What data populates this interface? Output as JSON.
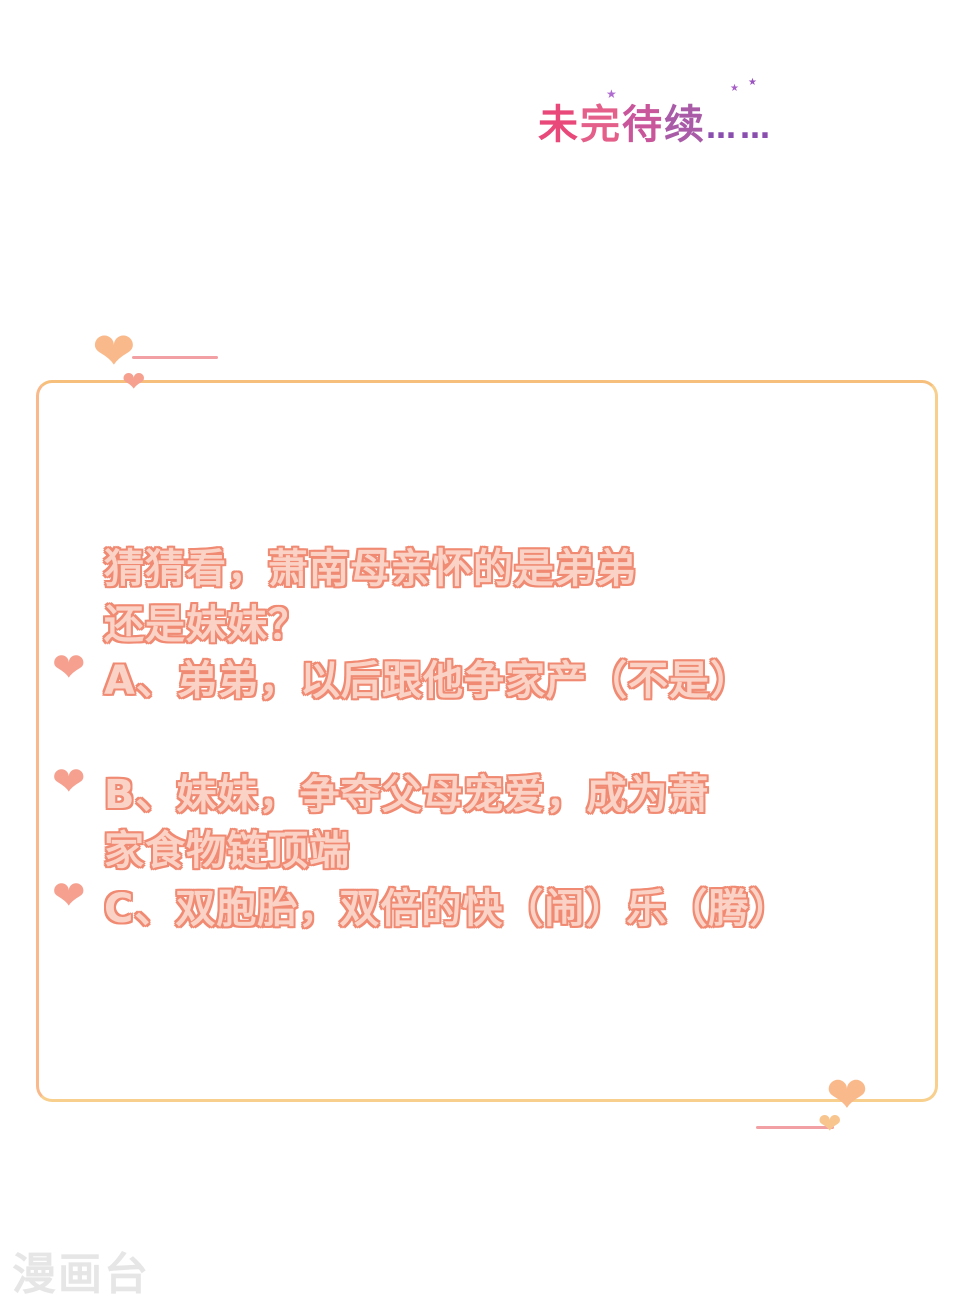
{
  "header": {
    "to_be_continued": [
      "未",
      "完",
      "待",
      "续"
    ],
    "ellipsis": "……"
  },
  "quiz": {
    "question_line1": "猜猜看，萧南母亲怀的是弟弟",
    "question_line2": "还是妹妹？",
    "option_a": "A、弟弟，以后跟他争家产（不是）",
    "option_b_line1": "B、妹妹，争夺父母宠爱，成为萧",
    "option_b_line2": "家食物链顶端",
    "option_c": "C、双胞胎，双倍的快（闹）乐（腾）"
  },
  "watermark": "漫画台",
  "icons": [
    "heart-icon",
    "star-icon"
  ],
  "colors": {
    "frame": "#f8cf8c",
    "heart": "#f6a08f",
    "text_fill": "#fbd2c6",
    "text_outline": "#f08a72"
  }
}
